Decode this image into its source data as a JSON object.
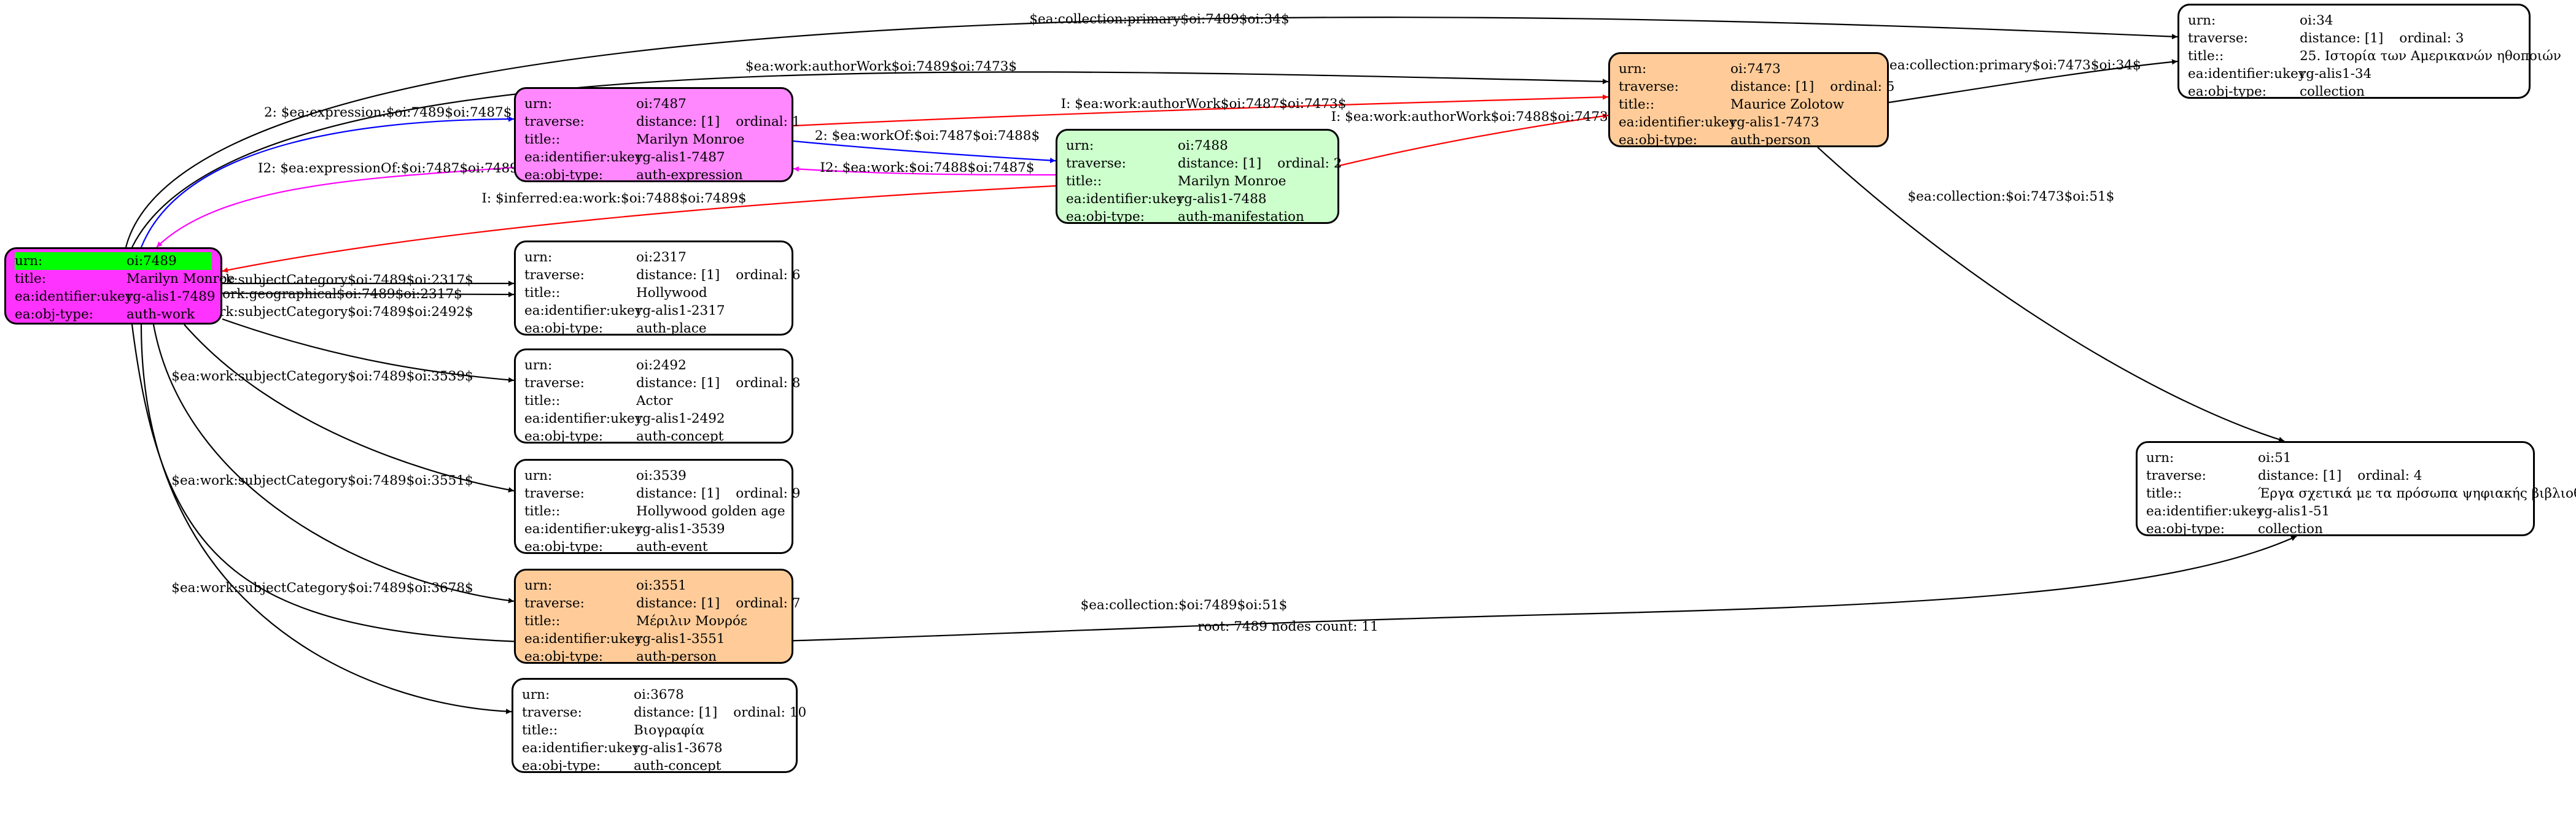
{
  "field_labels": {
    "urn": "urn:",
    "traverse": "traverse:",
    "title": "title::",
    "title_root": "title:",
    "ukey": "ea:identifier:ukey",
    "objtype": "ea:obj-type:"
  },
  "nodes": [
    {
      "id": "n7489",
      "urn": "oi:7489",
      "title": "Marilyn Monroe",
      "ukey": "rg-alis1-7489",
      "objtype": "auth-work",
      "fill": "#ff33ff"
    },
    {
      "id": "n7487",
      "urn": "oi:7487",
      "distance": "distance: [1]",
      "ordinal": "ordinal: 1",
      "title": "Marilyn Monroe",
      "ukey": "rg-alis1-7487",
      "objtype": "auth-expression",
      "fill": "#ff88ff"
    },
    {
      "id": "n7488",
      "urn": "oi:7488",
      "distance": "distance: [1]",
      "ordinal": "ordinal: 2",
      "title": "Marilyn Monroe",
      "ukey": "rg-alis1-7488",
      "objtype": "auth-manifestation",
      "fill": "#ccffcc"
    },
    {
      "id": "n7473",
      "urn": "oi:7473",
      "distance": "distance: [1]",
      "ordinal": "ordinal: 5",
      "title": "Maurice Zolotow",
      "ukey": "rg-alis1-7473",
      "objtype": "auth-person",
      "fill": "#ffcc99"
    },
    {
      "id": "n34",
      "urn": "oi:34",
      "distance": "distance: [1]",
      "ordinal": "ordinal: 3",
      "title": "25. Ιστορία των Αμερικανών ηθοποιών",
      "ukey": "rg-alis1-34",
      "objtype": "collection",
      "fill": "#ffffff"
    },
    {
      "id": "n51",
      "urn": "oi:51",
      "distance": "distance: [1]",
      "ordinal": "ordinal: 4",
      "title": "Έργα σχετικά με τα πρόσωπα ψηφιακής βιβλιοθήκης",
      "ukey": "rg-alis1-51",
      "objtype": "collection",
      "fill": "#ffffff"
    },
    {
      "id": "n2317",
      "urn": "oi:2317",
      "distance": "distance: [1]",
      "ordinal": "ordinal: 6",
      "title": "Hollywood",
      "ukey": "rg-alis1-2317",
      "objtype": "auth-place",
      "fill": "#ffffff"
    },
    {
      "id": "n2492",
      "urn": "oi:2492",
      "distance": "distance: [1]",
      "ordinal": "ordinal: 8",
      "title": "Actor",
      "ukey": "rg-alis1-2492",
      "objtype": "auth-concept",
      "fill": "#ffffff"
    },
    {
      "id": "n3539",
      "urn": "oi:3539",
      "distance": "distance: [1]",
      "ordinal": "ordinal: 9",
      "title": "Hollywood golden age",
      "ukey": "rg-alis1-3539",
      "objtype": "auth-event",
      "fill": "#ffffff"
    },
    {
      "id": "n3551",
      "urn": "oi:3551",
      "distance": "distance: [1]",
      "ordinal": "ordinal: 7",
      "title": "Μέριλιν Μονρόε",
      "ukey": "rg-alis1-3551",
      "objtype": "auth-person",
      "fill": "#ffcc99"
    },
    {
      "id": "n3678",
      "urn": "oi:3678",
      "distance": "distance: [1]",
      "ordinal": "ordinal: 10",
      "title": "Βιογραφία",
      "ukey": "rg-alis1-3678",
      "objtype": "auth-concept",
      "fill": "#ffffff"
    }
  ],
  "edges": [
    {
      "id": "e1",
      "label": "$ea:collection:primary$oi:7489$oi:34$",
      "color": "#000000"
    },
    {
      "id": "e2",
      "label": "$ea:work:authorWork$oi:7489$oi:7473$",
      "color": "#000000"
    },
    {
      "id": "e3",
      "label": "2: $ea:expression:$oi:7489$oi:7487$",
      "color": "#0000ff"
    },
    {
      "id": "e4",
      "label": "I2: $ea:expressionOf:$oi:7487$oi:7489$",
      "color": "#ff00ff"
    },
    {
      "id": "e5",
      "label": "I: $ea:work:authorWork$oi:7487$oi:7473$",
      "color": "#ff0000"
    },
    {
      "id": "e6",
      "label": "2: $ea:workOf:$oi:7487$oi:7488$",
      "color": "#0000ff"
    },
    {
      "id": "e7",
      "label": "I2: $ea:work:$oi:7488$oi:7487$",
      "color": "#ff00ff"
    },
    {
      "id": "e8",
      "label": "I: $ea:work:authorWork$oi:7488$oi:7473$",
      "color": "#ff0000"
    },
    {
      "id": "e9",
      "label": "I: $inferred:ea:work:$oi:7488$oi:7489$",
      "color": "#ff0000"
    },
    {
      "id": "e10",
      "label": "$ea:collection:primary$oi:7473$oi:34$",
      "color": "#000000"
    },
    {
      "id": "e11",
      "label": "$ea:collection:$oi:7473$oi:51$",
      "color": "#000000"
    },
    {
      "id": "e12",
      "label": "$ea:work:subjectCategory$oi:7489$oi:2317$",
      "color": "#000000"
    },
    {
      "id": "e13",
      "label": "$ea:work:geographical$oi:7489$oi:2317$",
      "color": "#000000"
    },
    {
      "id": "e14",
      "label": "$ea:work:subjectCategory$oi:7489$oi:2492$",
      "color": "#000000"
    },
    {
      "id": "e15",
      "label": "$ea:work:subjectCategory$oi:7489$oi:3539$",
      "color": "#000000"
    },
    {
      "id": "e16",
      "label": "$ea:work:subjectCategory$oi:7489$oi:3551$",
      "color": "#000000"
    },
    {
      "id": "e17",
      "label": "$ea:work:subjectCategory$oi:7489$oi:3678$",
      "color": "#000000"
    },
    {
      "id": "e18",
      "label": "$ea:collection:$oi:7489$oi:51$",
      "color": "#000000"
    }
  ],
  "footer": "root: 7489 nodes count: 11",
  "highlight_color": "#00ff00"
}
